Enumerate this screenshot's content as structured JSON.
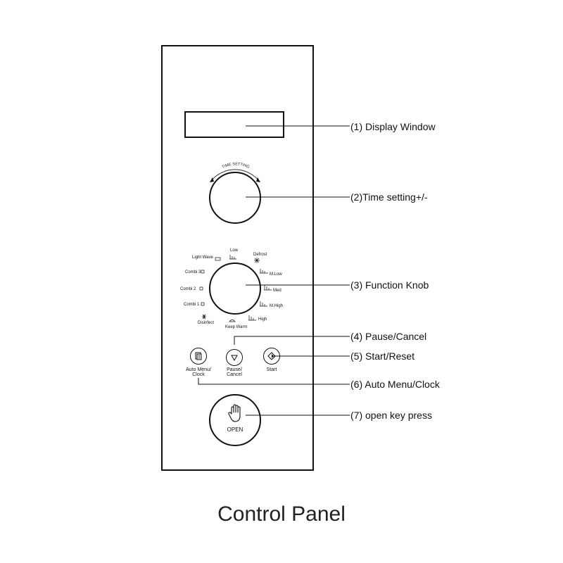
{
  "footer": {
    "title": "Control Panel"
  },
  "callouts": {
    "display": "(1) Display Window",
    "time": "(2)Time setting+/-",
    "function": "(3) Function Knob",
    "pause": "(4) Pause/Cancel",
    "start": "(5) Start/Reset",
    "auto": "(6) Auto Menu/Clock",
    "open": "(7) open key press"
  },
  "time_knob": {
    "arc_label": "TIME SETTING"
  },
  "function_knob": {
    "labels": {
      "light_wave": "Light Wave",
      "low": "Low",
      "defrost": "Defrost",
      "combi3": "Combi 3",
      "mlow": "M.Low",
      "combi2": "Combi 2",
      "med": "Med",
      "combi1": "Combi 1",
      "mhigh": "M.High",
      "disinfect": "Disinfect",
      "keep_warm": "Keep Warm",
      "high": "High"
    }
  },
  "buttons": {
    "auto": "Auto Menu/\nClock",
    "pause": "Pause/\nCancel",
    "start": "Start"
  },
  "open_button": {
    "label": "OPEN"
  }
}
